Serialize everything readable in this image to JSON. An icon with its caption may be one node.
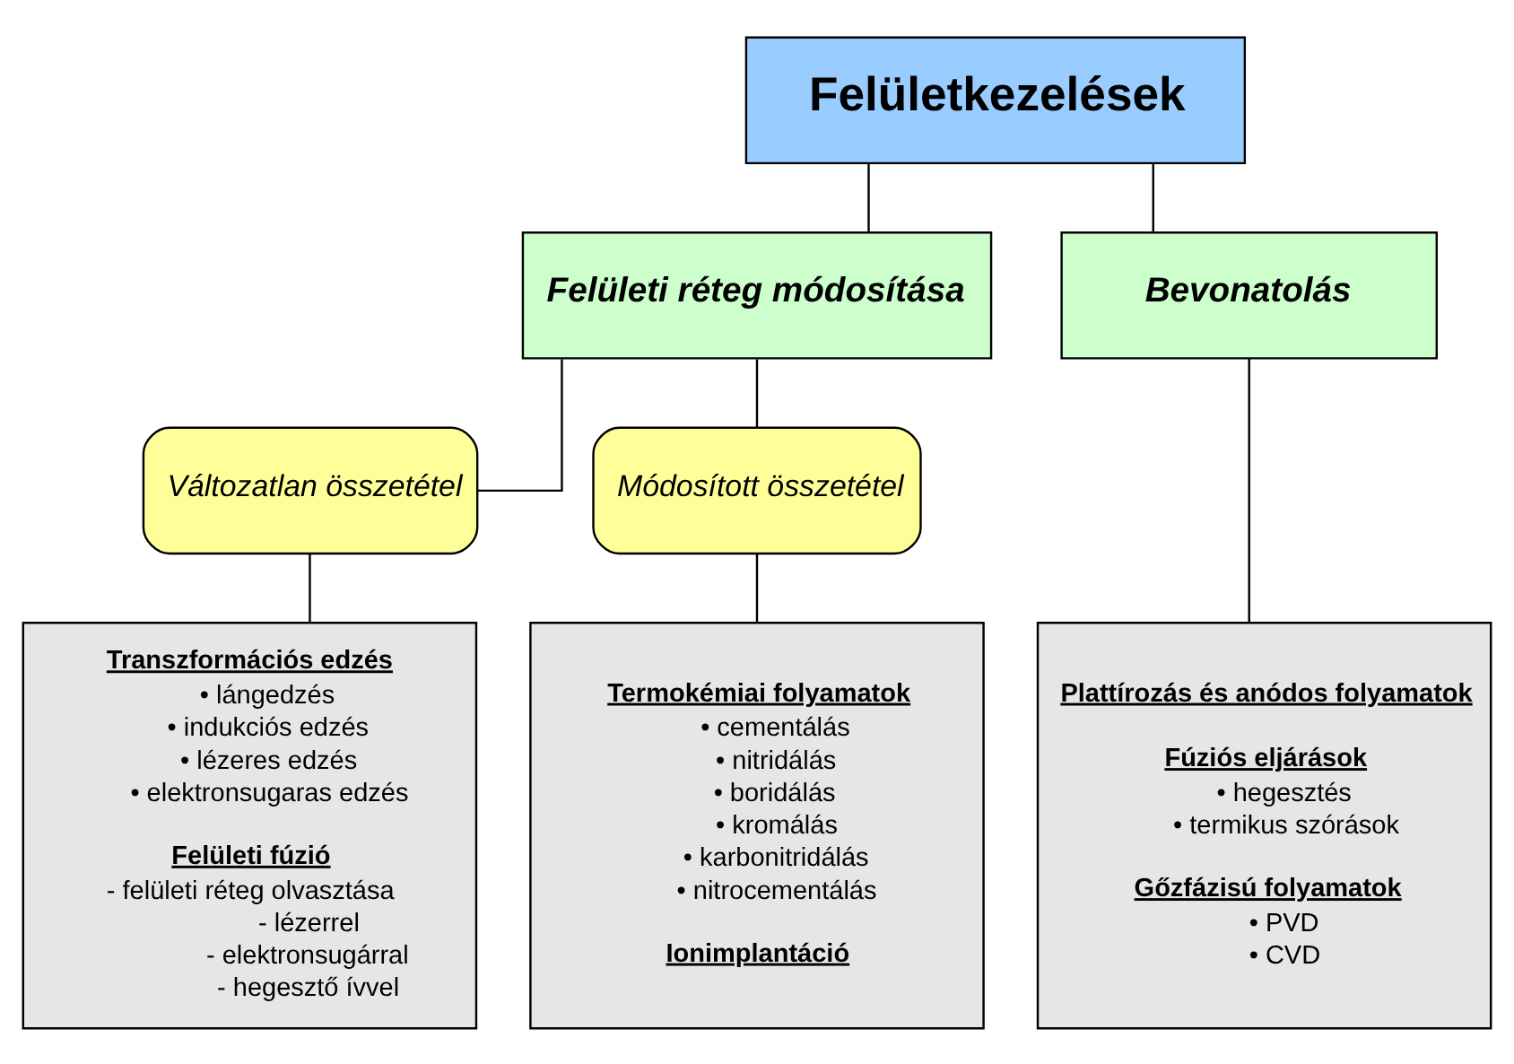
{
  "diagram": {
    "nodes": [
      {
        "text": [
          "Felületkezelések"
        ]
      },
      {
        "text": [
          "Felületi réteg módosítása"
        ]
      },
      {
        "text": [
          "Bevonatolás"
        ]
      },
      {
        "text": [
          "Változatlan összetétel"
        ]
      },
      {
        "text": [
          "Módosított összetétel"
        ]
      },
      {
        "text": [
          "Transzformációs edzés",
          "• lángedzés",
          "• indukciós edzés",
          "• lézeres edzés",
          "• elektronsugaras edzés",
          "Felületi fúzió",
          "- felületi réteg olvasztása",
          "- lézerrel",
          "- elektronsugárral",
          "- hegesztő ívvel"
        ]
      },
      {
        "text": [
          "Termokémiai folyamatok",
          "• cementálás",
          "• nitridálás",
          "• boridálás",
          "• kromálás",
          "• karbonitridálás",
          "• nitrocementálás",
          "Ionimplantáció"
        ]
      },
      {
        "text": [
          "Plattírozás és anódos folyamatok",
          "Fúziós eljárások",
          "• hegesztés",
          "• termikus szórások",
          "Gőzfázisú folyamatok",
          "• PVD",
          "• CVD"
        ]
      }
    ],
    "edges": [
      {
        "from": 0,
        "to": 1,
        "arrow": "none"
      },
      {
        "from": 0,
        "to": 2,
        "arrow": "none"
      },
      {
        "from": 1,
        "to": 3,
        "arrow": "none"
      },
      {
        "from": 1,
        "to": 4,
        "arrow": "none"
      },
      {
        "from": 3,
        "to": 5,
        "arrow": "none"
      },
      {
        "from": 4,
        "to": 6,
        "arrow": "none"
      },
      {
        "from": 2,
        "to": 7,
        "arrow": "none"
      }
    ]
  }
}
